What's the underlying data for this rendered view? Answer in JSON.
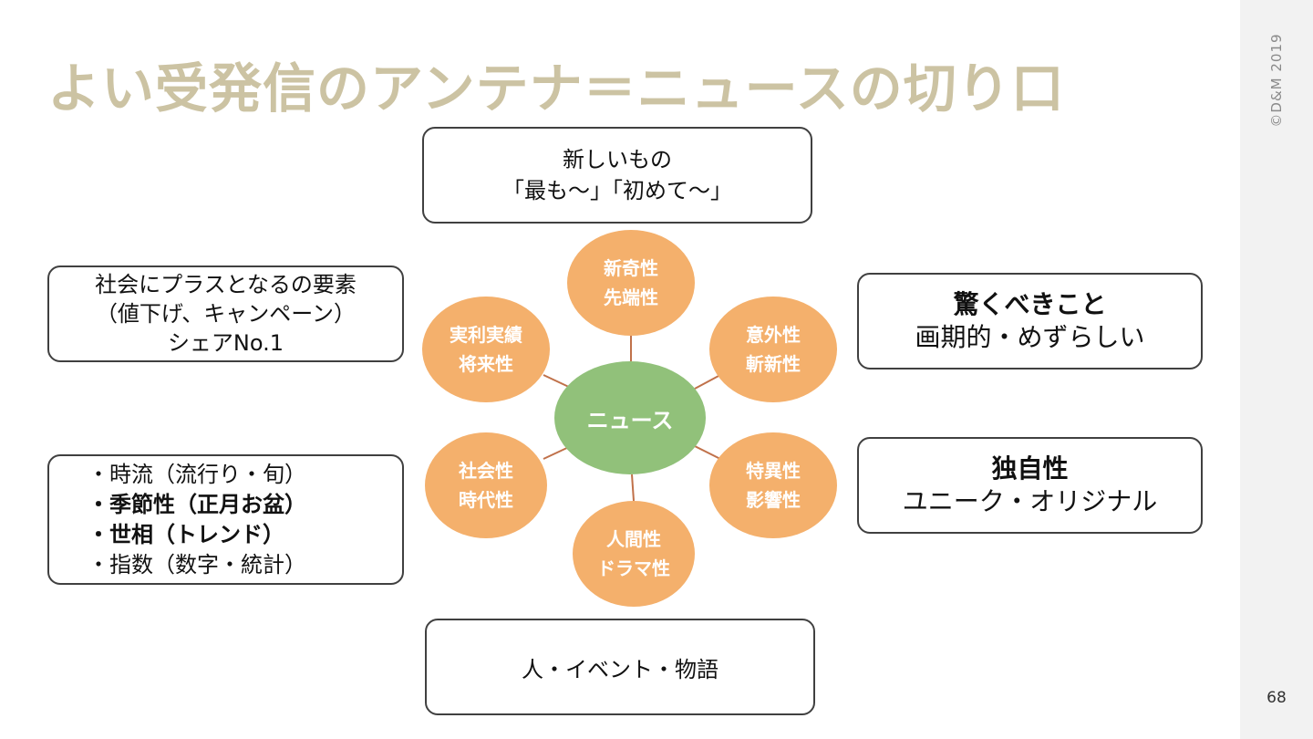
{
  "slide": {
    "title": "よい受発信のアンテナ＝ニュースの切り口",
    "copyright": "©D&M 2019",
    "page_number": "68"
  },
  "colors": {
    "title": "#ccc3a3",
    "center_node": "#91c17a",
    "outer_node": "#f4b06c",
    "connector": "#c0714a",
    "box_border": "#404040"
  },
  "diagram": {
    "center": {
      "label": "ニュース"
    },
    "nodes": {
      "top": {
        "line1": "新奇性",
        "line2": "先端性"
      },
      "top_left": {
        "line1": "実利実績",
        "line2": "将来性"
      },
      "top_right": {
        "line1": "意外性",
        "line2": "斬新性"
      },
      "bottom_left": {
        "line1": "社会性",
        "line2": "時代性"
      },
      "bottom_right": {
        "line1": "特異性",
        "line2": "影響性"
      },
      "bottom": {
        "line1": "人間性",
        "line2": "ドラマ性"
      }
    },
    "boxes": {
      "new_things": {
        "line1": "新しいもの",
        "line2": "「最も～」「初めて～」"
      },
      "social_plus": {
        "line1": "社会にプラスとなるの要素",
        "line2": "（値下げ、キャンペーン）",
        "line3": "シェアNo.1"
      },
      "trends": {
        "item1": "・時流（流行り・旬）",
        "item2": "・季節性（正月お盆）",
        "item3": "・世相（トレンド）",
        "item4": "・指数（数字・統計）"
      },
      "surprising": {
        "heading": "驚くべきこと",
        "sub": "画期的・めずらしい"
      },
      "uniqueness": {
        "heading": "独自性",
        "sub": "ユニーク・オリジナル"
      },
      "people": {
        "line1": "人・イベント・物語"
      }
    }
  }
}
